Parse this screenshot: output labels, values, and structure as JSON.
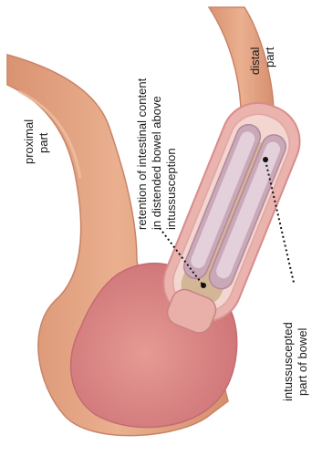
{
  "labels": {
    "proximal": [
      "proximal",
      "part"
    ],
    "distal": [
      "distal",
      "part"
    ],
    "retention": [
      "retention of intestinal content",
      "in distended bowel above",
      "intussusception"
    ],
    "intussuscepted": [
      "intussuscepted",
      "part of bowel"
    ]
  },
  "colors": {
    "bowel_fill": "#e3a37f",
    "bowel_edge": "#c98366",
    "bowel_shadow": "#d18c6c",
    "distended": "#d8868a",
    "distended_edge": "#c36b70",
    "sheath_outer": "#eab3ad",
    "sheath_inner": "#f2d6cf",
    "lumen_content": "#ccb08b",
    "inner_tube": "#c9a8b8",
    "leader": "#111111"
  }
}
